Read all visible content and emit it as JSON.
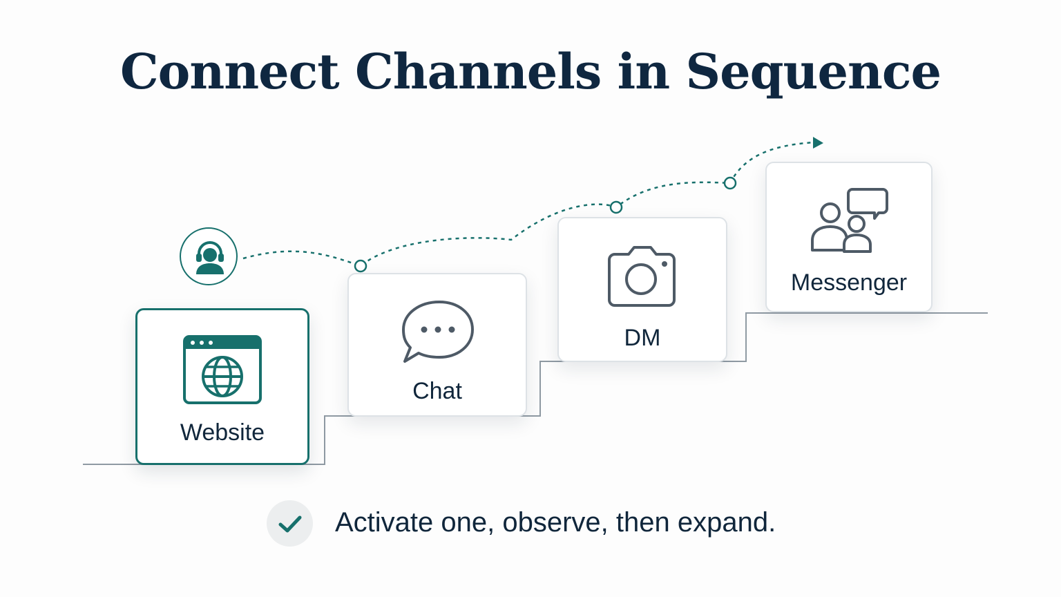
{
  "title": "Connect Channels in Sequence",
  "channels": [
    {
      "label": "Website",
      "icon": "browser-globe-icon",
      "active": true
    },
    {
      "label": "Chat",
      "icon": "chat-bubble-icon",
      "active": false
    },
    {
      "label": "DM",
      "icon": "camera-icon",
      "active": false
    },
    {
      "label": "Messenger",
      "icon": "people-message-icon",
      "active": false
    }
  ],
  "start_icon": "support-agent-icon",
  "footer": {
    "icon": "check-icon",
    "text": "Activate one, observe, then expand."
  },
  "colors": {
    "accent": "#17706c",
    "text": "#10263b",
    "icon_gray": "#4e5a66",
    "step_line": "#8f9aa3"
  }
}
